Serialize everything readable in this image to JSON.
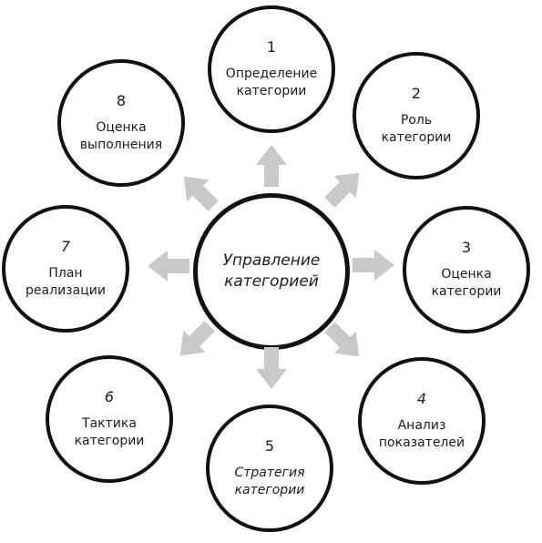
{
  "center": {
    "label": "Управление\nкатегорией"
  },
  "steps": [
    {
      "number": "1",
      "label": "Определение\nкатегории"
    },
    {
      "number": "2",
      "label": "Роль\nкатегории"
    },
    {
      "number": "3",
      "label": "Оценка\nкатегории"
    },
    {
      "number": "4",
      "label": "Анализ\nпоказателей"
    },
    {
      "number": "5",
      "label": "Стратегия\nкатегории"
    },
    {
      "number": "6",
      "label": "Тактика\nкатегории"
    },
    {
      "number": "7",
      "label": "План\nреализации"
    },
    {
      "number": "8",
      "label": "Оценка\nвыполнения"
    }
  ],
  "colors": {
    "outline": "#111111",
    "arrow": "#c9c9c9"
  }
}
